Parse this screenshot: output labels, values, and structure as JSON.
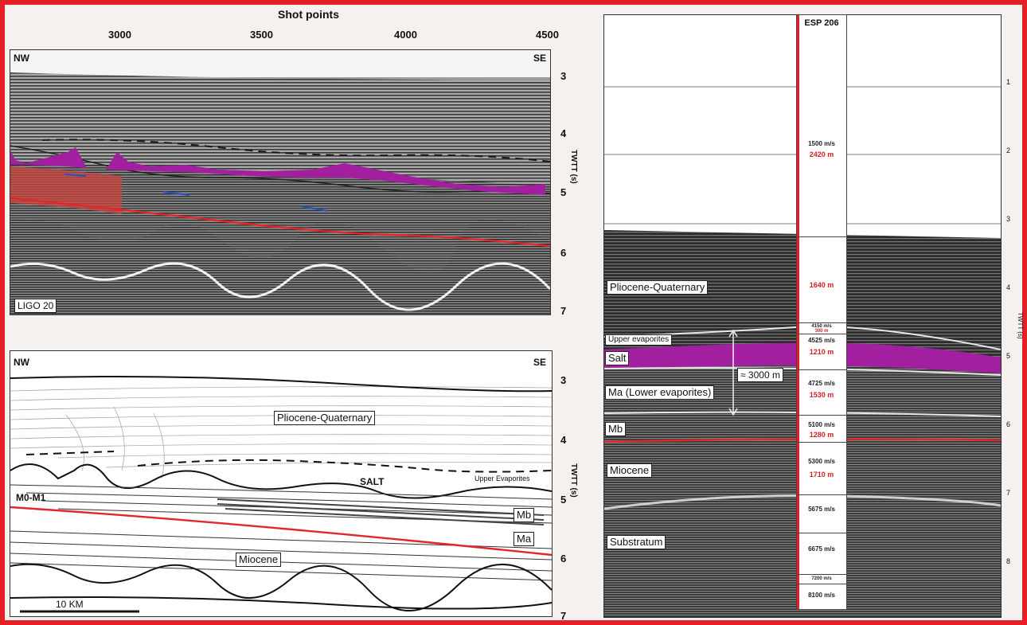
{
  "top_section": {
    "axis_title": "Shot points",
    "shot_ticks": [
      "3000",
      "3500",
      "4000",
      "4500"
    ],
    "left_label": "NW",
    "right_label": "SE",
    "line_label": "LIGO 20",
    "twtt_ticks": [
      "3",
      "4",
      "5",
      "6",
      "7"
    ],
    "twtt_label": "TWTT (s)"
  },
  "bottom_section": {
    "left_label": "NW",
    "right_label": "SE",
    "twtt_ticks": [
      "3",
      "4",
      "5",
      "6",
      "7"
    ],
    "twtt_label": "TWTT (s)",
    "labels": {
      "pliocene": "Pliocene-Quaternary",
      "salt": "SALT",
      "upper_evap": "Upper Evaporites",
      "m0m1": "M0-M1",
      "mb": "Mb",
      "ma": "Ma",
      "miocene": "Miocene"
    },
    "scale": "10 KM"
  },
  "right_section": {
    "well": "ESP 206",
    "twtt_ticks": [
      "1",
      "2",
      "3",
      "4",
      "5",
      "6",
      "7",
      "8"
    ],
    "twtt_label": "TWTT (s)",
    "units": {
      "pliocene": "Pliocene-Quaternary",
      "upper_evap": "Upper evaporites",
      "salt": "Salt",
      "ma": "Ma (Lower evaporites)",
      "mb": "Mb",
      "miocene": "Miocene",
      "substratum": "Substratum"
    },
    "thickness": "≈ 3000 m",
    "column": [
      {
        "velocity": "1500 m/s",
        "depth": "2420 m"
      },
      {
        "velocity": "",
        "depth": "1640 m"
      },
      {
        "velocity": "4150 m/s",
        "depth": "300 m"
      },
      {
        "velocity": "4525 m/s",
        "depth": "1210 m"
      },
      {
        "velocity": "4725 m/s",
        "depth": "1530 m"
      },
      {
        "velocity": "5100 m/s",
        "depth": "1280 m"
      },
      {
        "velocity": "5300 m/s",
        "depth": "1710 m"
      },
      {
        "velocity": "5675 m/s",
        "depth": ""
      },
      {
        "velocity": "6675 m/s",
        "depth": ""
      },
      {
        "velocity": "7200 m/s",
        "depth": ""
      },
      {
        "velocity": "8100 m/s",
        "depth": ""
      }
    ]
  },
  "colors": {
    "frame": "#e61e25",
    "salt": "#a21f9f",
    "m_reflector": "#e3262a",
    "evaporite_wedge": "#c9453f",
    "seismic_dark": "#2a2a2a",
    "seismic_light": "#9a9a9a"
  }
}
